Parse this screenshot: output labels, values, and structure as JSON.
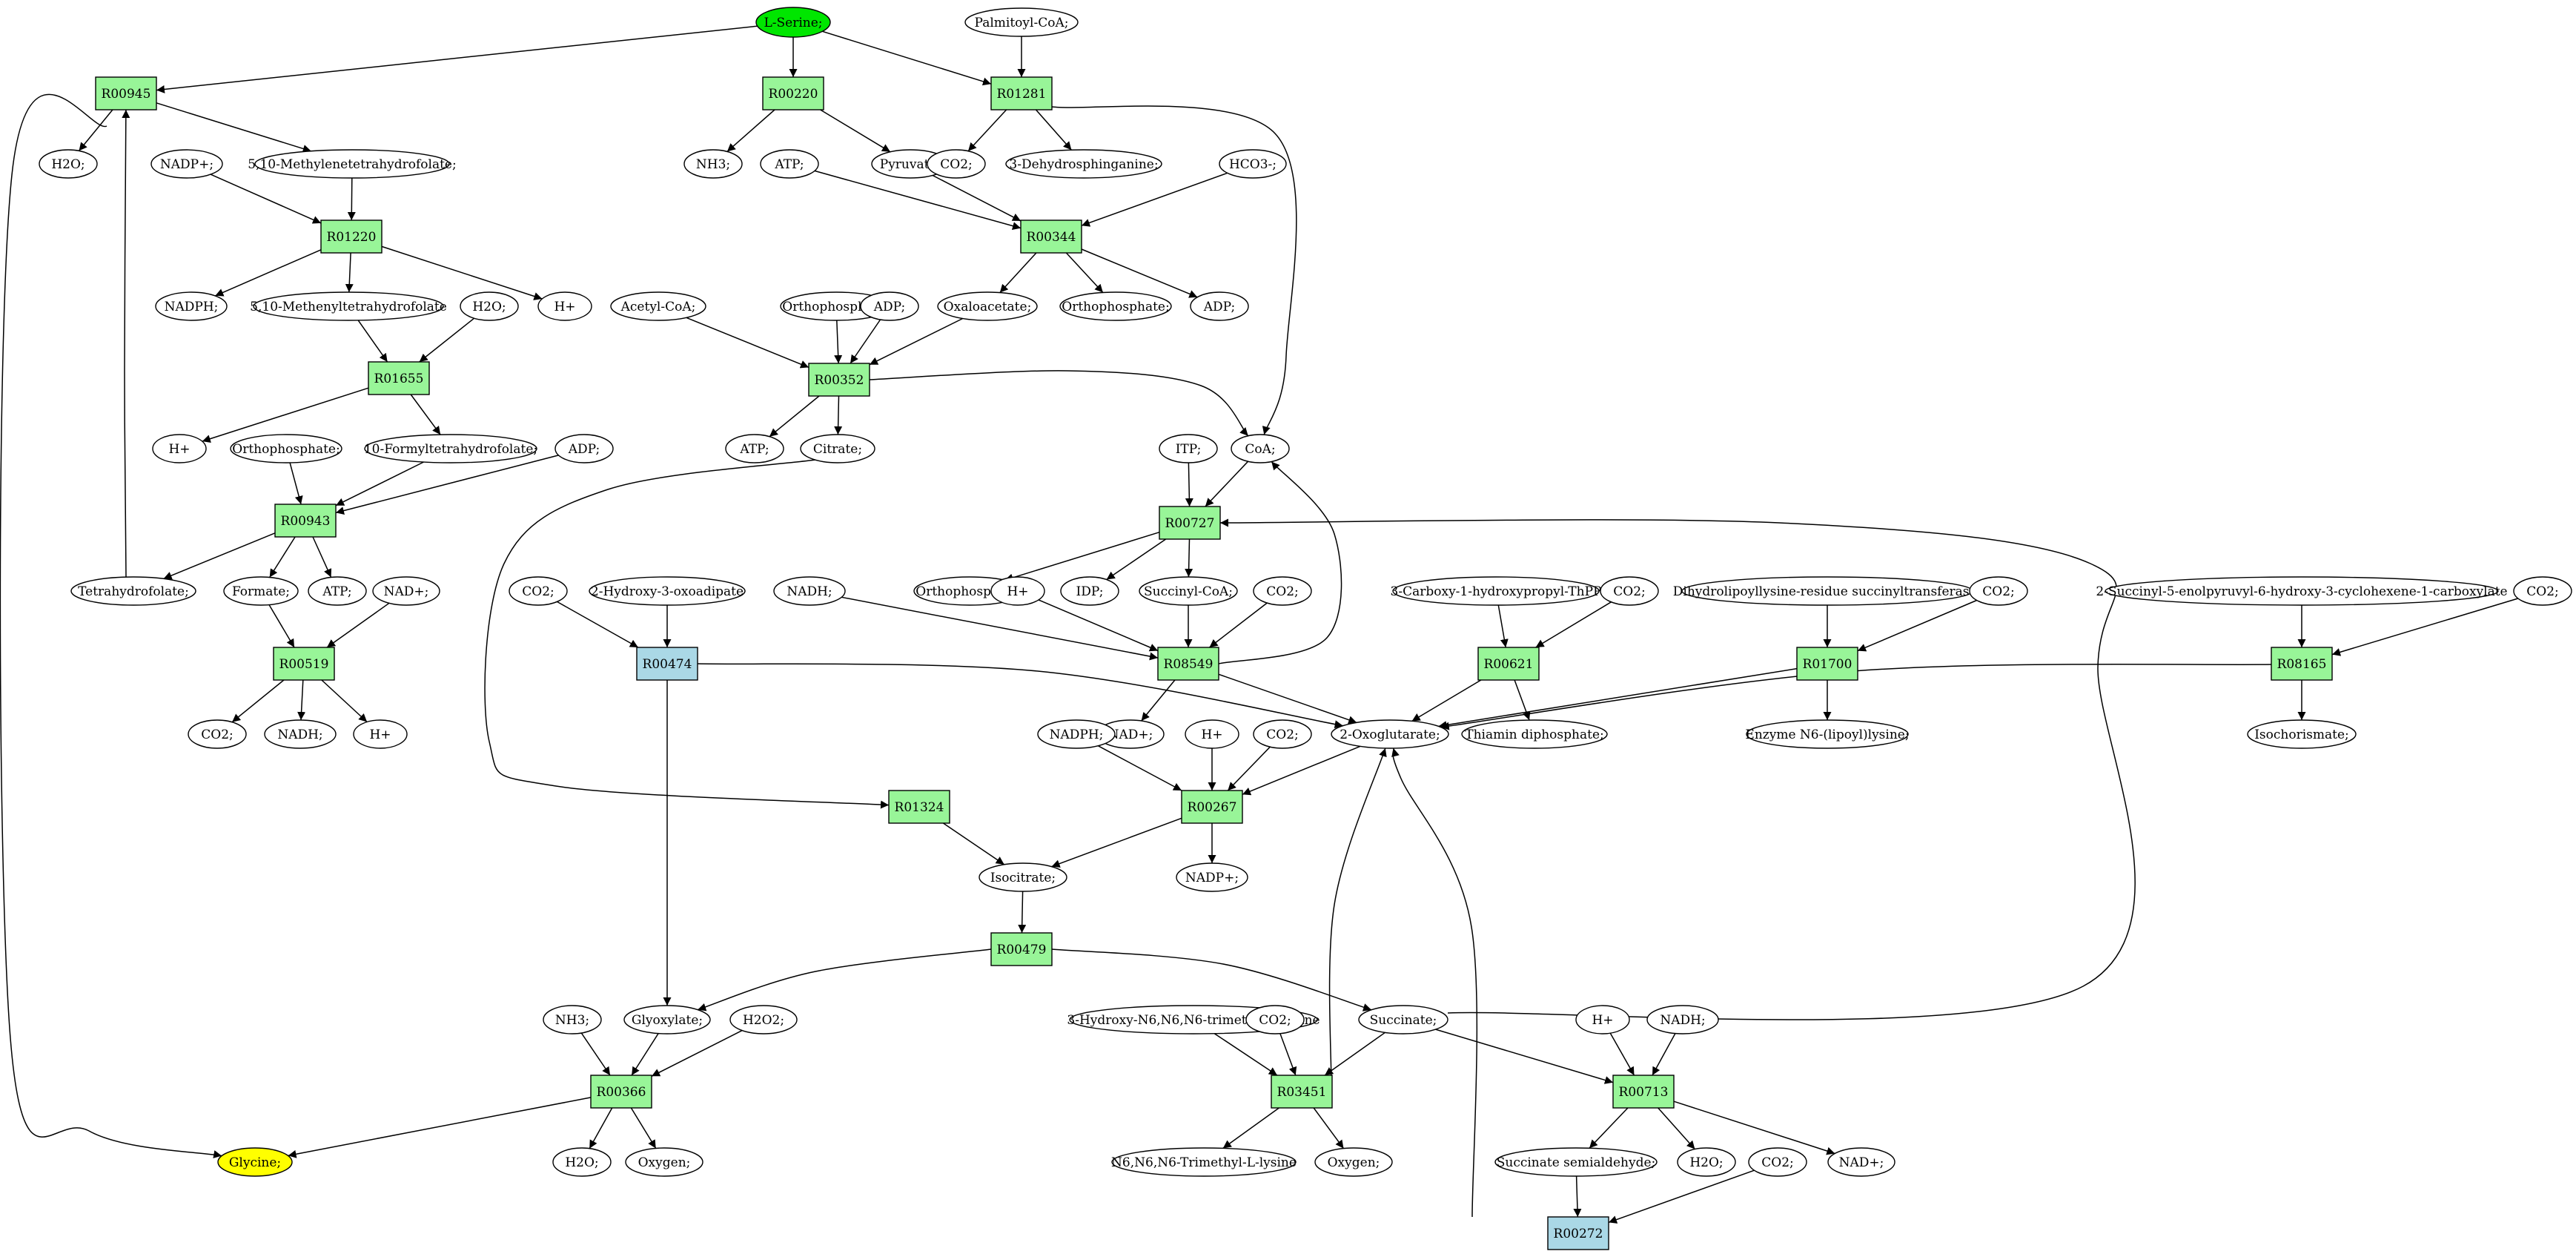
{
  "colors": {
    "source_fill": "#00e600",
    "target_fill": "#ffff00",
    "reaction_fill": "#98f598",
    "reaction_alt_fill": "#aad8e6",
    "compound_fill": "#ffffff",
    "stroke": "#000000"
  },
  "nodes": [
    {
      "id": "serine",
      "kind": "compound",
      "role": "source",
      "label": "L-Serine;"
    },
    {
      "id": "palmitoyl",
      "kind": "compound",
      "label": "Palmitoyl-CoA;"
    },
    {
      "id": "R00945",
      "kind": "reaction",
      "label": "R00945"
    },
    {
      "id": "R00220",
      "kind": "reaction",
      "label": "R00220"
    },
    {
      "id": "R01281",
      "kind": "reaction",
      "label": "R01281"
    },
    {
      "id": "h2o_a",
      "kind": "compound",
      "label": "H2O;"
    },
    {
      "id": "nadp_a",
      "kind": "compound",
      "label": "NADP+;"
    },
    {
      "id": "mthf",
      "kind": "compound",
      "label": "5,10-Methylenetetrahydrofolate;"
    },
    {
      "id": "nh3_a",
      "kind": "compound",
      "label": "NH3;"
    },
    {
      "id": "atp_a",
      "kind": "compound",
      "label": "ATP;"
    },
    {
      "id": "pyruvate",
      "kind": "compound",
      "label": "Pyruvate;"
    },
    {
      "id": "co2_a",
      "kind": "compound",
      "label": "CO2;"
    },
    {
      "id": "dhs",
      "kind": "compound",
      "label": "3-Dehydrosphinganine;"
    },
    {
      "id": "hco3",
      "kind": "compound",
      "label": "HCO3-;"
    },
    {
      "id": "R01220",
      "kind": "reaction",
      "label": "R01220"
    },
    {
      "id": "R00344",
      "kind": "reaction",
      "label": "R00344"
    },
    {
      "id": "nadph_a",
      "kind": "compound",
      "label": "NADPH;"
    },
    {
      "id": "methenyl",
      "kind": "compound",
      "label": "5,10-Methenyltetrahydrofolate"
    },
    {
      "id": "h2o_b",
      "kind": "compound",
      "label": "H2O;"
    },
    {
      "id": "hplus_a",
      "kind": "compound",
      "label": "H+"
    },
    {
      "id": "acetylcoa",
      "kind": "compound",
      "label": "Acetyl-CoA;"
    },
    {
      "id": "ortho_a",
      "kind": "compound",
      "label": "Orthophosphate;"
    },
    {
      "id": "adp_a",
      "kind": "compound",
      "label": "ADP;"
    },
    {
      "id": "oxaloacetate",
      "kind": "compound",
      "label": "Oxaloacetate;"
    },
    {
      "id": "ortho_b",
      "kind": "compound",
      "label": "Orthophosphate;"
    },
    {
      "id": "adp_b",
      "kind": "compound",
      "label": "ADP;"
    },
    {
      "id": "R01655",
      "kind": "reaction",
      "label": "R01655"
    },
    {
      "id": "R00352",
      "kind": "reaction",
      "label": "R00352"
    },
    {
      "id": "hplus_b",
      "kind": "compound",
      "label": "H+"
    },
    {
      "id": "ortho_c",
      "kind": "compound",
      "label": "Orthophosphate;"
    },
    {
      "id": "formylthf",
      "kind": "compound",
      "label": "10-Formyltetrahydrofolate;"
    },
    {
      "id": "adp_c",
      "kind": "compound",
      "label": "ADP;"
    },
    {
      "id": "atp_b",
      "kind": "compound",
      "label": "ATP;"
    },
    {
      "id": "citrate",
      "kind": "compound",
      "label": "Citrate;"
    },
    {
      "id": "itp",
      "kind": "compound",
      "label": "ITP;"
    },
    {
      "id": "coa",
      "kind": "compound",
      "label": "CoA;"
    },
    {
      "id": "R00943",
      "kind": "reaction",
      "label": "R00943"
    },
    {
      "id": "R00727",
      "kind": "reaction",
      "label": "R00727"
    },
    {
      "id": "thf",
      "kind": "compound",
      "label": "Tetrahydrofolate;"
    },
    {
      "id": "formate",
      "kind": "compound",
      "label": "Formate;"
    },
    {
      "id": "atp_c",
      "kind": "compound",
      "label": "ATP;"
    },
    {
      "id": "nad_a",
      "kind": "compound",
      "label": "NAD+;"
    },
    {
      "id": "co2_b",
      "kind": "compound",
      "label": "CO2;"
    },
    {
      "id": "hoxo",
      "kind": "compound",
      "label": "2-Hydroxy-3-oxoadipate"
    },
    {
      "id": "nadh_a",
      "kind": "compound",
      "label": "NADH;"
    },
    {
      "id": "ortho_d",
      "kind": "compound",
      "label": "Orthophosphate;"
    },
    {
      "id": "hplus_c",
      "kind": "compound",
      "label": "H+"
    },
    {
      "id": "idp",
      "kind": "compound",
      "label": "IDP;"
    },
    {
      "id": "succcoa",
      "kind": "compound",
      "label": "Succinyl-CoA;"
    },
    {
      "id": "co2_c",
      "kind": "compound",
      "label": "CO2;"
    },
    {
      "id": "ctpp",
      "kind": "compound",
      "label": "3-Carboxy-1-hydroxypropyl-ThPP"
    },
    {
      "id": "co2_d",
      "kind": "compound",
      "label": "CO2;"
    },
    {
      "id": "dihydrolip",
      "kind": "compound",
      "label": "Dihydrolipoyllysine-residue succinyltransferase]"
    },
    {
      "id": "co2_e",
      "kind": "compound",
      "label": "CO2;"
    },
    {
      "id": "sephchc",
      "kind": "compound",
      "label": "2-Succinyl-5-enolpyruvyl-6-hydroxy-3-cyclohexene-1-carboxylate"
    },
    {
      "id": "co2_f",
      "kind": "compound",
      "label": "CO2;"
    },
    {
      "id": "R00519",
      "kind": "reaction",
      "label": "R00519"
    },
    {
      "id": "R00474",
      "kind": "reaction",
      "variant": "alt",
      "label": "R00474"
    },
    {
      "id": "R08549",
      "kind": "reaction",
      "label": "R08549"
    },
    {
      "id": "R00621",
      "kind": "reaction",
      "label": "R00621"
    },
    {
      "id": "R01700",
      "kind": "reaction",
      "label": "R01700"
    },
    {
      "id": "R08165",
      "kind": "reaction",
      "label": "R08165"
    },
    {
      "id": "co2_g",
      "kind": "compound",
      "label": "CO2;"
    },
    {
      "id": "nadh_b",
      "kind": "compound",
      "label": "NADH;"
    },
    {
      "id": "hplus_d",
      "kind": "compound",
      "label": "H+"
    },
    {
      "id": "nad_b",
      "kind": "compound",
      "label": "NAD+;"
    },
    {
      "id": "oxoglutarate",
      "kind": "compound",
      "label": "2-Oxoglutarate;"
    },
    {
      "id": "thiamin",
      "kind": "compound",
      "label": "Thiamin diphosphate;"
    },
    {
      "id": "enzlip",
      "kind": "compound",
      "label": "Enzyme N6-(lipoyl)lysine;"
    },
    {
      "id": "isochorismate",
      "kind": "compound",
      "label": "Isochorismate;"
    },
    {
      "id": "nadph_b",
      "kind": "compound",
      "label": "NADPH;"
    },
    {
      "id": "hplus_e",
      "kind": "compound",
      "label": "H+"
    },
    {
      "id": "co2_h",
      "kind": "compound",
      "label": "CO2;"
    },
    {
      "id": "R01324",
      "kind": "reaction",
      "label": "R01324"
    },
    {
      "id": "R00267",
      "kind": "reaction",
      "label": "R00267"
    },
    {
      "id": "isocitrate",
      "kind": "compound",
      "label": "Isocitrate;"
    },
    {
      "id": "nadp_b",
      "kind": "compound",
      "label": "NADP+;"
    },
    {
      "id": "R00479",
      "kind": "reaction",
      "label": "R00479"
    },
    {
      "id": "nh3_b",
      "kind": "compound",
      "label": "NH3;"
    },
    {
      "id": "glyoxylate",
      "kind": "compound",
      "label": "Glyoxylate;"
    },
    {
      "id": "h2o2",
      "kind": "compound",
      "label": "H2O2;"
    },
    {
      "id": "hydroxytml",
      "kind": "compound",
      "label": "3-Hydroxy-N6,N6,N6-trimethyl-L-lysine"
    },
    {
      "id": "co2_i",
      "kind": "compound",
      "label": "CO2;"
    },
    {
      "id": "succinate",
      "kind": "compound",
      "label": "Succinate;"
    },
    {
      "id": "hplus_f",
      "kind": "compound",
      "label": "H+"
    },
    {
      "id": "nadh_c",
      "kind": "compound",
      "label": "NADH;"
    },
    {
      "id": "R00366",
      "kind": "reaction",
      "label": "R00366"
    },
    {
      "id": "R03451",
      "kind": "reaction",
      "label": "R03451"
    },
    {
      "id": "R00713",
      "kind": "reaction",
      "label": "R00713"
    },
    {
      "id": "glycine",
      "kind": "compound",
      "role": "target",
      "label": "Glycine;"
    },
    {
      "id": "h2o_c",
      "kind": "compound",
      "label": "H2O;"
    },
    {
      "id": "oxygen_a",
      "kind": "compound",
      "label": "Oxygen;"
    },
    {
      "id": "tml",
      "kind": "compound",
      "label": "N6,N6,N6-Trimethyl-L-lysine"
    },
    {
      "id": "oxygen_b",
      "kind": "compound",
      "label": "Oxygen;"
    },
    {
      "id": "succsemi",
      "kind": "compound",
      "label": "Succinate semialdehyde;"
    },
    {
      "id": "h2o_d",
      "kind": "compound",
      "label": "H2O;"
    },
    {
      "id": "co2_j",
      "kind": "compound",
      "label": "CO2;"
    },
    {
      "id": "nad_c",
      "kind": "compound",
      "label": "NAD+;"
    },
    {
      "id": "R00272",
      "kind": "reaction",
      "variant": "alt",
      "label": "R00272"
    }
  ],
  "edges": [
    [
      "serine",
      "R00945"
    ],
    [
      "serine",
      "R00220"
    ],
    [
      "serine",
      "R01281"
    ],
    [
      "palmitoyl",
      "R01281"
    ],
    [
      "R00945",
      "h2o_a"
    ],
    [
      "R00945",
      "mthf"
    ],
    [
      "R00945",
      "glycine"
    ],
    [
      "R00220",
      "nh3_a"
    ],
    [
      "R00220",
      "pyruvate"
    ],
    [
      "R01281",
      "co2_a"
    ],
    [
      "R01281",
      "dhs"
    ],
    [
      "R01281",
      "coa"
    ],
    [
      "nadp_a",
      "R01220"
    ],
    [
      "mthf",
      "R01220"
    ],
    [
      "R01220",
      "nadph_a"
    ],
    [
      "R01220",
      "methenyl"
    ],
    [
      "R01220",
      "hplus_a"
    ],
    [
      "atp_a",
      "R00344"
    ],
    [
      "pyruvate",
      "R00344"
    ],
    [
      "hco3",
      "R00344"
    ],
    [
      "R00344",
      "oxaloacetate"
    ],
    [
      "R00344",
      "ortho_b"
    ],
    [
      "R00344",
      "adp_b"
    ],
    [
      "methenyl",
      "R01655"
    ],
    [
      "h2o_b",
      "R01655"
    ],
    [
      "R01655",
      "hplus_b"
    ],
    [
      "R01655",
      "formylthf"
    ],
    [
      "acetylcoa",
      "R00352"
    ],
    [
      "ortho_a",
      "R00352"
    ],
    [
      "adp_a",
      "R00352"
    ],
    [
      "oxaloacetate",
      "R00352"
    ],
    [
      "R00352",
      "atp_b"
    ],
    [
      "R00352",
      "citrate"
    ],
    [
      "R00352",
      "coa"
    ],
    [
      "ortho_c",
      "R00943"
    ],
    [
      "formylthf",
      "R00943"
    ],
    [
      "adp_c",
      "R00943"
    ],
    [
      "R00943",
      "thf"
    ],
    [
      "R00943",
      "formate"
    ],
    [
      "R00943",
      "atp_c"
    ],
    [
      "thf",
      "R00945"
    ],
    [
      "itp",
      "R00727"
    ],
    [
      "coa",
      "R00727"
    ],
    [
      "succinate",
      "R00727"
    ],
    [
      "R00727",
      "ortho_d"
    ],
    [
      "R00727",
      "idp"
    ],
    [
      "R00727",
      "succcoa"
    ],
    [
      "formate",
      "R00519"
    ],
    [
      "nad_a",
      "R00519"
    ],
    [
      "R00519",
      "co2_g"
    ],
    [
      "R00519",
      "nadh_b"
    ],
    [
      "R00519",
      "hplus_d"
    ],
    [
      "co2_b",
      "R00474"
    ],
    [
      "hoxo",
      "R00474"
    ],
    [
      "R00474",
      "oxoglutarate"
    ],
    [
      "R00474",
      "glyoxylate"
    ],
    [
      "nadh_a",
      "R08549"
    ],
    [
      "hplus_c",
      "R08549"
    ],
    [
      "succcoa",
      "R08549"
    ],
    [
      "co2_c",
      "R08549"
    ],
    [
      "R08549",
      "nad_b"
    ],
    [
      "R08549",
      "oxoglutarate"
    ],
    [
      "R08549",
      "coa"
    ],
    [
      "ctpp",
      "R00621"
    ],
    [
      "co2_d",
      "R00621"
    ],
    [
      "R00621",
      "oxoglutarate"
    ],
    [
      "R00621",
      "thiamin"
    ],
    [
      "dihydrolip",
      "R01700"
    ],
    [
      "co2_e",
      "R01700"
    ],
    [
      "R01700",
      "oxoglutarate"
    ],
    [
      "R01700",
      "enzlip"
    ],
    [
      "sephchc",
      "R08165"
    ],
    [
      "co2_f",
      "R08165"
    ],
    [
      "R08165",
      "oxoglutarate"
    ],
    [
      "R08165",
      "isochorismate"
    ],
    [
      "citrate",
      "R01324"
    ],
    [
      "R01324",
      "isocitrate"
    ],
    [
      "nadph_b",
      "R00267"
    ],
    [
      "hplus_e",
      "R00267"
    ],
    [
      "co2_h",
      "R00267"
    ],
    [
      "oxoglutarate",
      "R00267"
    ],
    [
      "R00267",
      "isocitrate"
    ],
    [
      "R00267",
      "nadp_b"
    ],
    [
      "isocitrate",
      "R00479"
    ],
    [
      "R00479",
      "glyoxylate"
    ],
    [
      "R00479",
      "succinate"
    ],
    [
      "nh3_b",
      "R00366"
    ],
    [
      "glyoxylate",
      "R00366"
    ],
    [
      "h2o2",
      "R00366"
    ],
    [
      "R00366",
      "glycine"
    ],
    [
      "R00366",
      "h2o_c"
    ],
    [
      "R00366",
      "oxygen_a"
    ],
    [
      "hydroxytml",
      "R03451"
    ],
    [
      "co2_i",
      "R03451"
    ],
    [
      "succinate",
      "R03451"
    ],
    [
      "R03451",
      "tml"
    ],
    [
      "R03451",
      "oxygen_b"
    ],
    [
      "R03451",
      "oxoglutarate"
    ],
    [
      "hplus_f",
      "R00713"
    ],
    [
      "nadh_c",
      "R00713"
    ],
    [
      "succinate",
      "R00713"
    ],
    [
      "R00713",
      "succsemi"
    ],
    [
      "R00713",
      "h2o_d"
    ],
    [
      "R00713",
      "nad_c"
    ],
    [
      "succsemi",
      "R00272"
    ],
    [
      "co2_j",
      "R00272"
    ],
    [
      "R00272",
      "oxoglutarate"
    ]
  ]
}
